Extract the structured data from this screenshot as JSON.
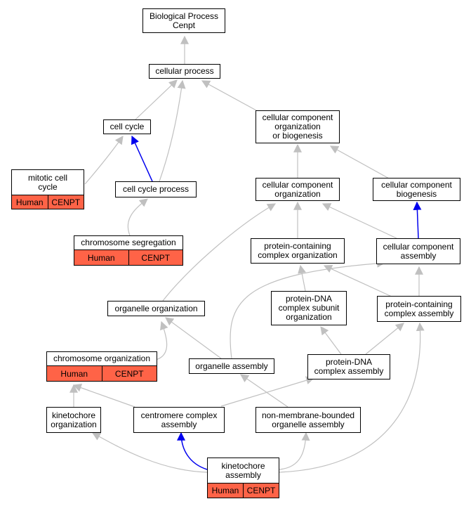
{
  "colors": {
    "edge": "#c0c0c0",
    "highlight_edge": "#0000ee",
    "annotation": "#ff6347"
  },
  "nodes": {
    "root": "Biological Process\nCenpt",
    "cellular_process": "cellular process",
    "cell_cycle": "cell cycle",
    "ccob": "cellular component\norganization\nor biogenesis",
    "mitotic": "mitotic cell\ncycle",
    "cell_cycle_process": "cell cycle process",
    "cco": "cellular component\norganization",
    "ccb": "cellular component\nbiogenesis",
    "chrom_seg": "chromosome segregation",
    "pcco": "protein-containing\ncomplex organization",
    "cca": "cellular component\nassembly",
    "pdna_sub": "protein-DNA\ncomplex subunit\norganization",
    "pcca": "protein-containing\ncomplex assembly",
    "org_org": "organelle organization",
    "chrom_org": "chromosome organization",
    "org_asm": "organelle assembly",
    "pdna_asm": "protein-DNA\ncomplex assembly",
    "kin_org": "kinetochore\norganization",
    "centro": "centromere complex\nassembly",
    "nonmem": "non-membrane-bounded\norganelle assembly",
    "kin_asm": "kinetochore\nassembly"
  },
  "annotations": {
    "mitotic": {
      "species": "Human",
      "gene": "CENPT"
    },
    "chrom_seg": {
      "species": "Human",
      "gene": "CENPT"
    },
    "chrom_org": {
      "species": "Human",
      "gene": "CENPT"
    },
    "kin_asm": {
      "species": "Human",
      "gene": "CENPT"
    }
  }
}
